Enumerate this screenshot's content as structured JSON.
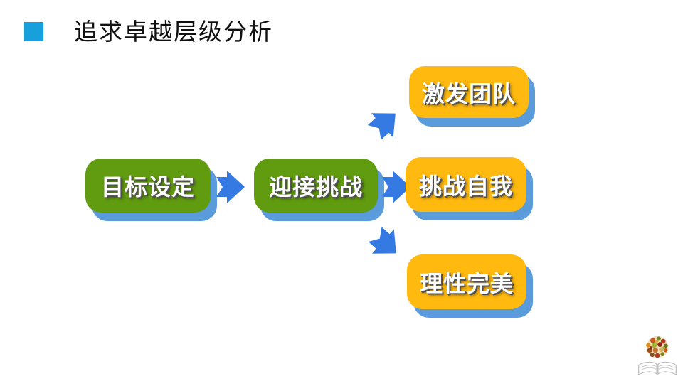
{
  "slide": {
    "title": "追求卓越层级分析",
    "background_color": "#FFFFFF",
    "title_color": "#111111",
    "bullet_color": "#18A0DC"
  },
  "diagram": {
    "nodes": [
      {
        "label": "目标设定",
        "level": 1,
        "fill": "green"
      },
      {
        "label": "迎接挑战",
        "level": 2,
        "fill": "green"
      },
      {
        "label": "激发团队",
        "level": 3,
        "fill": "yellow"
      },
      {
        "label": "挑战自我",
        "level": 3,
        "fill": "yellow"
      },
      {
        "label": "理性完美",
        "level": 3,
        "fill": "yellow"
      }
    ],
    "connections": [
      {
        "from": "目标设定",
        "to": "迎接挑战",
        "direction": "right"
      },
      {
        "from": "迎接挑战",
        "to": "激发团队",
        "direction": "up-right"
      },
      {
        "from": "迎接挑战",
        "to": "挑战自我",
        "direction": "right"
      },
      {
        "from": "迎接挑战",
        "to": "理性完美",
        "direction": "down-right"
      }
    ],
    "colors": {
      "node_green": "#619B10",
      "node_yellow": "#FFB90F",
      "shadow_blue": "#5A9BDC",
      "arrow_blue": "#3579E3"
    }
  },
  "footer": {
    "logo_icon": "open-book-flower-ball-logo"
  }
}
